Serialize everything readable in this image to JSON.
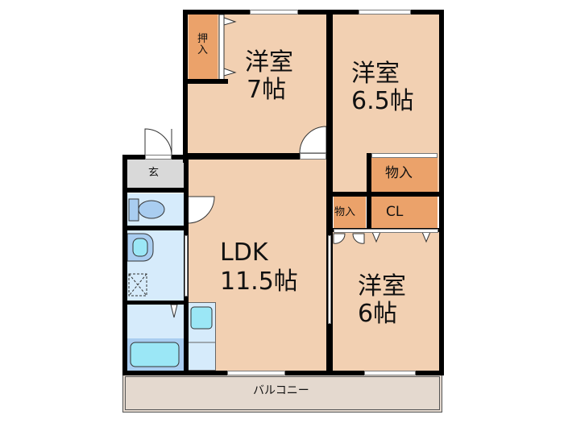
{
  "floorplan": {
    "rooms": [
      {
        "id": "western-room-7",
        "name": "洋室",
        "size": "7帖"
      },
      {
        "id": "western-room-6-5",
        "name": "洋室",
        "size": "6.5帖"
      },
      {
        "id": "ldk",
        "name": "LDK",
        "size": "11.5帖"
      },
      {
        "id": "western-room-6",
        "name": "洋室",
        "size": "6帖"
      }
    ],
    "storage": {
      "oshiire": "押\n入",
      "monoire_large": "物入",
      "monoire_small": "物入",
      "closet": "CL"
    },
    "entrance": "玄",
    "balcony": "バルコニー",
    "colors": {
      "room": "#f2d0b2",
      "storage": "#eba26a",
      "wet_area": "#d6ebfb",
      "entrance": "#d9d9d9",
      "balcony": "#e4d9cf",
      "wall": "#000000"
    }
  }
}
